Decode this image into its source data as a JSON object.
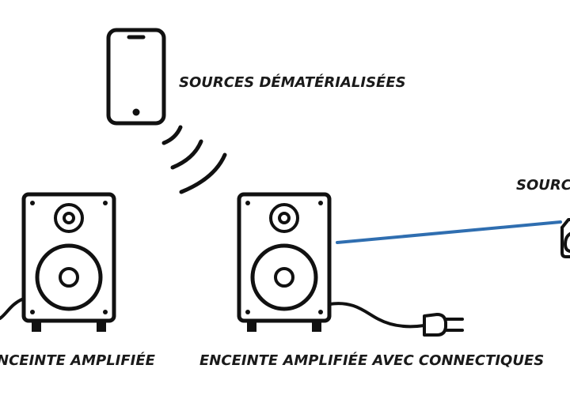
{
  "labels": {
    "sources_dematerialisees": "SOURCES DÉMATÉRIALISÉES",
    "source_cut": "SOURC",
    "enceinte_amplifiee": "NCEINTE AMPLIFIÉE",
    "enceinte_amplifiee_connectiques": "ENCEINTE AMPLIFIÉE AVEC CONNECTIQUES"
  },
  "icons": {
    "phone": "smartphone-icon",
    "wireless": "wireless-waves-icon",
    "speaker": "speaker-icon",
    "plug": "power-plug-icon"
  },
  "colors": {
    "ink": "#111111",
    "connection": "#2f6eb0"
  }
}
